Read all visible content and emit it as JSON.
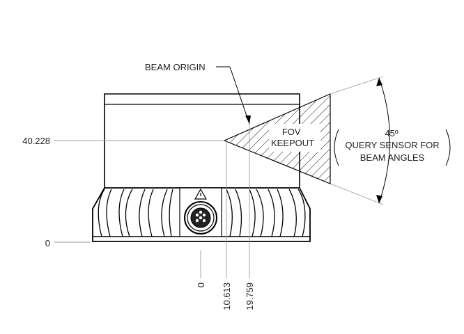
{
  "drawing": {
    "dimensions": {
      "vertical": [
        "40.228",
        "0"
      ],
      "horizontal": [
        "0",
        "10.613",
        "19.759"
      ]
    },
    "callouts": {
      "beam_origin": "BEAM ORIGIN",
      "fov_line1": "FOV",
      "fov_line2": "KEEPOUT"
    },
    "angle_note": {
      "angle": "45º",
      "line1": "QUERY SENSOR FOR",
      "line2": "BEAM ANGLES"
    },
    "colors": {
      "line": "#000000",
      "dim_line": "#9a9a9a",
      "text": "#222222"
    }
  }
}
